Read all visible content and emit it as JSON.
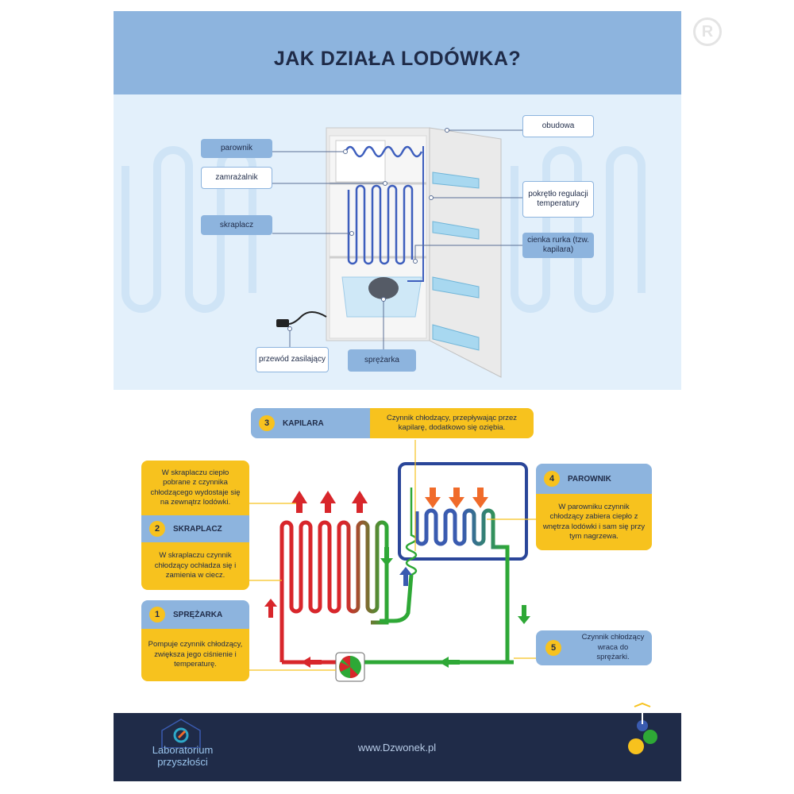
{
  "header": {
    "title": "JAK DZIAŁA LODÓWKA?"
  },
  "fridge_labels": {
    "parownik": "parownik",
    "zamrazalnik": "zamrażalnik",
    "skraplacz": "skraplacz",
    "obudowa": "obudowa",
    "pokretlo": "pokrętło regulacji temperatury",
    "cienka_rurka": "cienka rurka (tzw. kapilara)",
    "przewod": "przewód zasilający",
    "sprezarka": "sprężarka"
  },
  "steps": {
    "kapilara": {
      "number": "3",
      "title": "KAPILARA",
      "text": "Czynnik chłodzący, przepływając przez kapilarę, dodatkowo się oziębia."
    },
    "skraplacz": {
      "number": "2",
      "title": "SKRAPLACZ",
      "text_top": "W skraplaczu ciepło pobrane z czynnika chłodzącego wydostaje się na zewnątrz lodówki.",
      "text_bottom": "W skraplaczu czynnik chłodzący ochładza się i zamienia w ciecz."
    },
    "sprezarka": {
      "number": "1",
      "title": "SPRĘŻARKA",
      "text": "Pompuje czynnik chłodzący, zwiększa jego ciśnienie i temperaturę."
    },
    "parownik": {
      "number": "4",
      "title": "PAROWNIK",
      "text": "W parowniku czynnik chłodzący zabiera ciepło z wnętrza lodówki i sam się przy tym nagrzewa."
    },
    "powrot": {
      "number": "5",
      "text": "Czynnik chłodzący wraca do sprężarki."
    }
  },
  "footer": {
    "logo_line1": "Laboratorium",
    "logo_line2": "przyszłości",
    "website": "www.Dzwonek.pl"
  },
  "colors": {
    "header": "#8db4de",
    "panel": "#e3f0fb",
    "yellow": "#f7c21e",
    "navy": "#1f2b48",
    "hot": "#d8262b",
    "warm": "#f06b2a",
    "cool": "#2ea836",
    "cold": "#3a5bb0"
  }
}
